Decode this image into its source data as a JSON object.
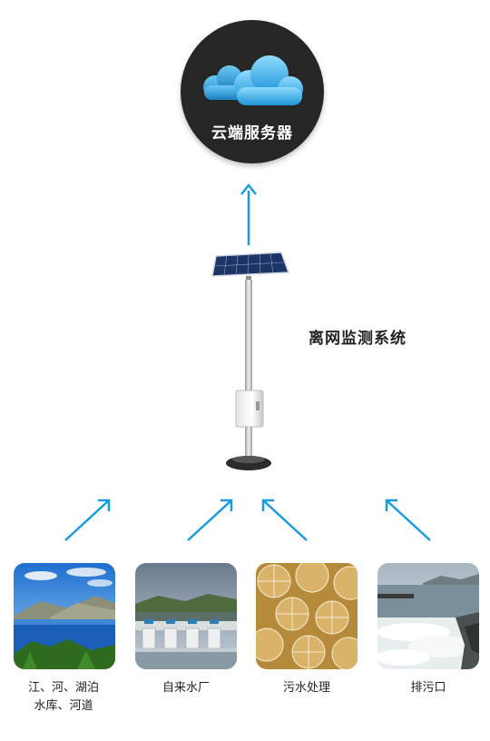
{
  "cloud": {
    "label": "云端服务器",
    "icon": "cloud-icon"
  },
  "device": {
    "label": "离网监测系统",
    "icon": "solar-monitoring-station-icon"
  },
  "sources": [
    {
      "label_line1": "江、河、湖泊",
      "label_line2": "水库、河道",
      "image": "lake-landscape-photo"
    },
    {
      "label_line1": "自来水厂",
      "label_line2": "",
      "image": "water-plant-dam-photo"
    },
    {
      "label_line1": "污水处理",
      "label_line2": "",
      "image": "sewage-treatment-photo"
    },
    {
      "label_line1": "排污口",
      "label_line2": "",
      "image": "sewage-outlet-photo"
    }
  ],
  "colors": {
    "arrow": "#1a9be0",
    "circle": "#262626",
    "cloud": "#3fb4ee"
  }
}
